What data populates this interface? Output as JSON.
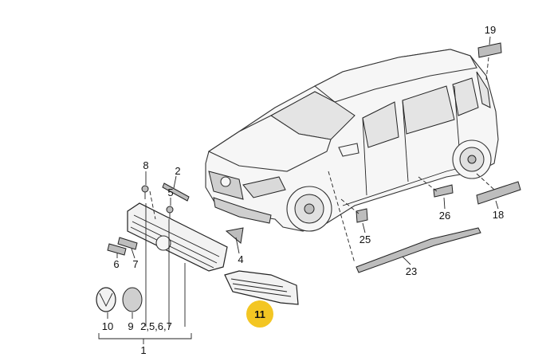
{
  "diagram": {
    "callouts": {
      "p1": "1",
      "p2": "2",
      "p4": "4",
      "p5": "5",
      "p6": "6",
      "p7": "7",
      "p8": "8",
      "p9": "9",
      "p10": "10",
      "p11": "11",
      "p18": "18",
      "p19": "19",
      "p23": "23",
      "p25": "25",
      "p26": "26"
    },
    "group_label": "2,5,6,7",
    "highlight_color": "#f3c623"
  }
}
